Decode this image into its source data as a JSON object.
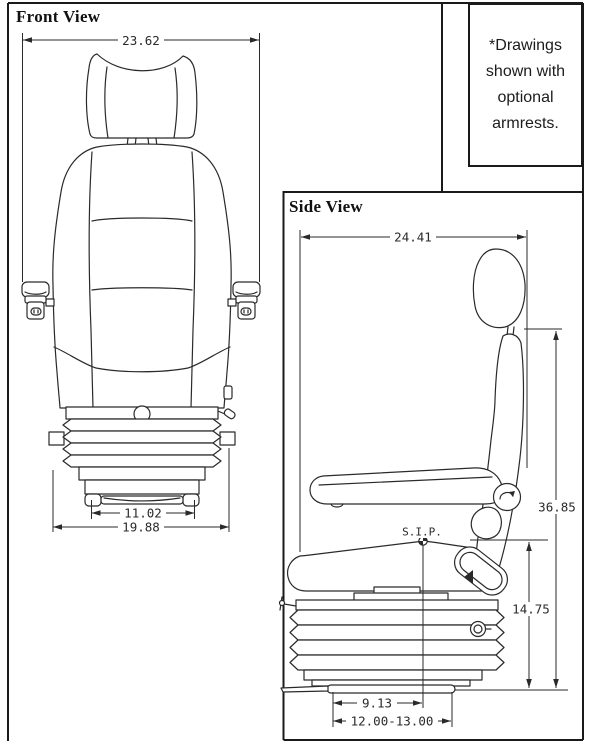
{
  "front_view": {
    "title": "Front View",
    "dim_overall_width": "23.62",
    "dim_feet_width": "11.02",
    "dim_base_width": "19.88"
  },
  "side_view": {
    "title": "Side View",
    "sip_label": "S.I.P.",
    "dim_overall_depth": "24.41",
    "dim_overall_height": "36.85",
    "dim_sip_height": "14.75",
    "dim_sip_offset": "9.13",
    "dim_rail_length": "12.00-13.00"
  },
  "note": {
    "lines": [
      "*Drawings",
      "shown with",
      "optional",
      "armrests."
    ]
  },
  "colors": {
    "line": "#2a2a2a",
    "border": "#1a1a1a",
    "background": "#ffffff"
  }
}
